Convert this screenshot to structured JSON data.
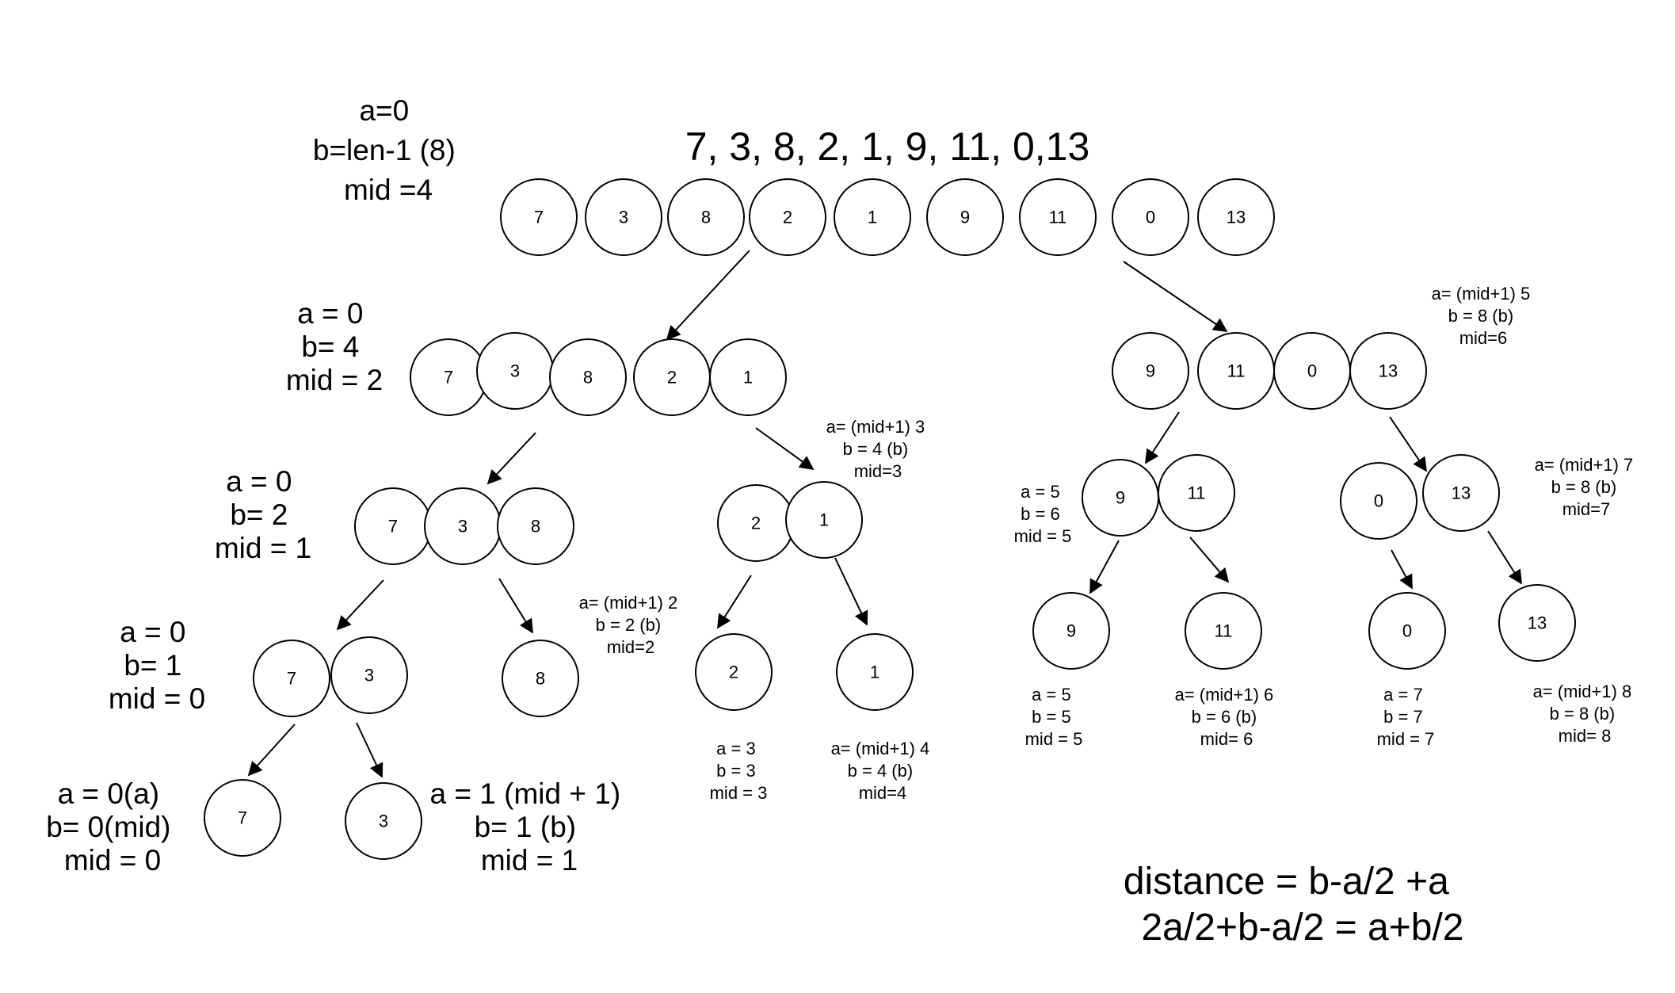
{
  "title": "7, 3, 8, 2, 1, 9, 11, 0,13",
  "nodes": [
    {
      "id": "n0",
      "v": "7"
    },
    {
      "id": "n1",
      "v": "3"
    },
    {
      "id": "n2",
      "v": "8"
    },
    {
      "id": "n3",
      "v": "2"
    },
    {
      "id": "n4",
      "v": "1"
    },
    {
      "id": "n5",
      "v": "9"
    },
    {
      "id": "n6",
      "v": "11"
    },
    {
      "id": "n7",
      "v": "0"
    },
    {
      "id": "n8",
      "v": "13"
    },
    {
      "id": "l1a",
      "v": "7"
    },
    {
      "id": "l1b",
      "v": "3"
    },
    {
      "id": "l1c",
      "v": "8"
    },
    {
      "id": "l1d",
      "v": "2"
    },
    {
      "id": "l1e",
      "v": "1"
    },
    {
      "id": "r1a",
      "v": "9"
    },
    {
      "id": "r1b",
      "v": "11"
    },
    {
      "id": "r1c",
      "v": "0"
    },
    {
      "id": "r1d",
      "v": "13"
    },
    {
      "id": "l2a",
      "v": "7"
    },
    {
      "id": "l2b",
      "v": "3"
    },
    {
      "id": "l2c",
      "v": "8"
    },
    {
      "id": "l2d",
      "v": "2"
    },
    {
      "id": "l2e",
      "v": "1"
    },
    {
      "id": "r2a",
      "v": "9"
    },
    {
      "id": "r2b",
      "v": "11"
    },
    {
      "id": "r2c",
      "v": "0"
    },
    {
      "id": "r2d",
      "v": "13"
    },
    {
      "id": "l3a",
      "v": "7"
    },
    {
      "id": "l3b",
      "v": "3"
    },
    {
      "id": "l3c",
      "v": "8"
    },
    {
      "id": "l3d",
      "v": "2"
    },
    {
      "id": "l3e",
      "v": "1"
    },
    {
      "id": "r3a",
      "v": "9"
    },
    {
      "id": "r3b",
      "v": "11"
    },
    {
      "id": "r3c",
      "v": "0"
    },
    {
      "id": "r3d",
      "v": "13"
    },
    {
      "id": "l4a",
      "v": "7"
    },
    {
      "id": "l4b",
      "v": "3"
    }
  ],
  "labels": {
    "root": [
      "a=0",
      "b=len-1 (8)",
      "mid =4"
    ],
    "left1": [
      "a = 0",
      "b= 4",
      "mid = 2"
    ],
    "right1": [
      "a= (mid+1) 5",
      "b = 8 (b)",
      "mid=6"
    ],
    "left2": [
      "a = 0",
      "b= 2",
      "mid = 1"
    ],
    "lr2": [
      "a= (mid+1) 3",
      "b = 4 (b)",
      "mid=3"
    ],
    "r2l": [
      "a = 5",
      "b = 6",
      "mid = 5"
    ],
    "r2r": [
      "a= (mid+1) 7",
      "b = 8 (b)",
      "mid=7"
    ],
    "left3": [
      "a = 0",
      "b= 1",
      "mid = 0"
    ],
    "l3c": [
      "a= (mid+1) 2",
      "b = 2 (b)",
      "mid=2"
    ],
    "l3d": [
      "a = 3",
      "b = 3",
      "mid = 3"
    ],
    "l3e": [
      "a= (mid+1) 4",
      "b = 4 (b)",
      "mid=4"
    ],
    "r3a": [
      "a = 5",
      "b = 5",
      "mid = 5"
    ],
    "r3b": [
      "a= (mid+1) 6",
      "b = 6 (b)",
      "mid= 6"
    ],
    "r3c": [
      "a = 7",
      "b = 7",
      "mid = 7"
    ],
    "r3d": [
      "a= (mid+1) 8",
      "b = 8 (b)",
      "mid= 8"
    ],
    "l4a": [
      "a = 0(a)",
      "b= 0(mid)",
      "mid = 0"
    ],
    "l4b": [
      "a = 1 (mid + 1)",
      "b= 1 (b)",
      "mid = 1"
    ]
  },
  "formula": [
    "distance = b-a/2 +a",
    "2a/2+b-a/2 = a+b/2"
  ]
}
